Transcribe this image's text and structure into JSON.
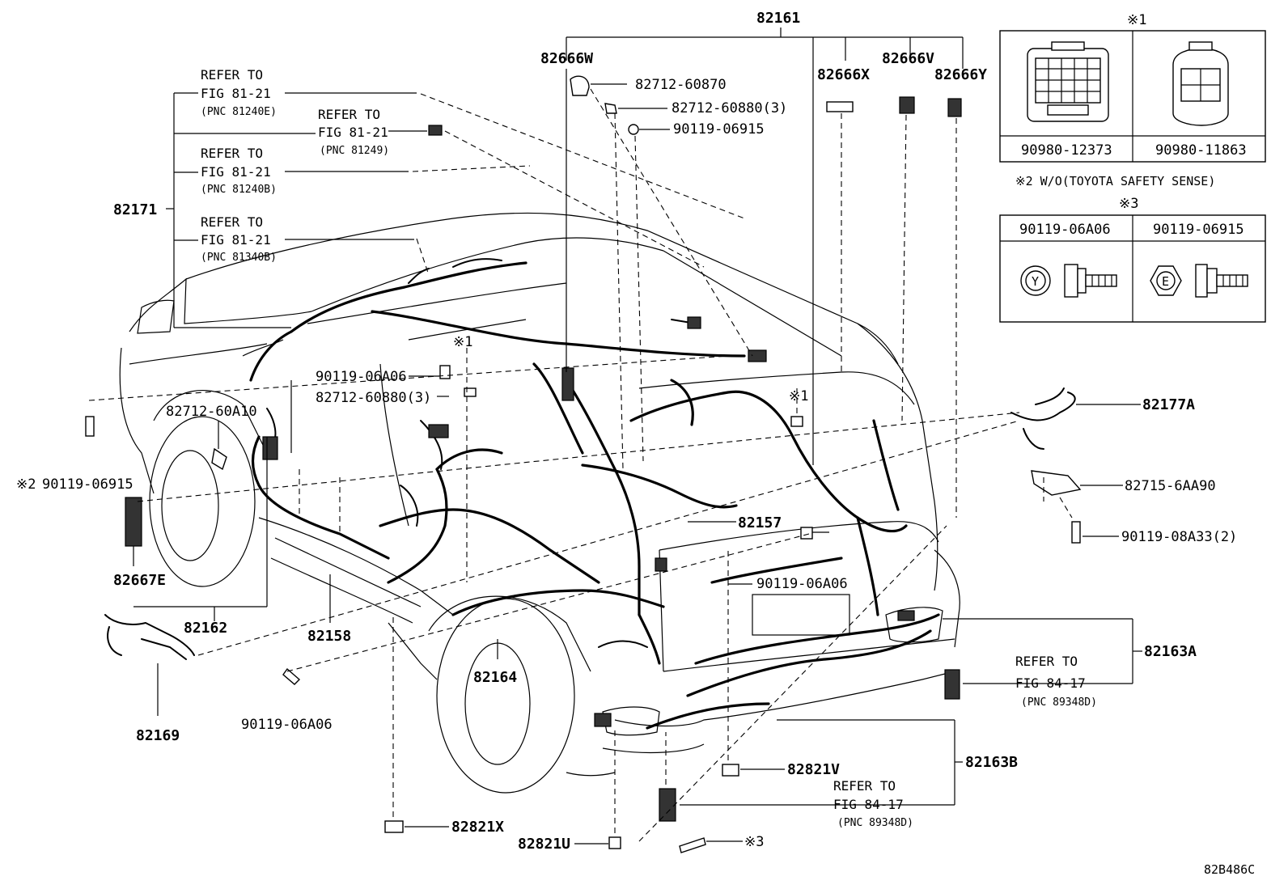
{
  "labels": {
    "p82161": "82161",
    "p82666W": "82666W",
    "p82666X": "82666X",
    "p82666V": "82666V",
    "p82666Y": "82666Y",
    "p82712_60870": "82712-60870",
    "p82712_60880_3a": "82712-60880(3)",
    "p90119_06915a": "90119-06915",
    "p82171": "82171",
    "p90119_06A06a": "90119-06A06",
    "p82712_60880_3b": "82712-60880(3)",
    "p82712_60A10": "82712-60A10",
    "p90119_06915b": "90119-06915",
    "mark2_prefix": "※2",
    "p82667E": "82667E",
    "p82162": "82162",
    "p82158": "82158",
    "p82169": "82169",
    "p90119_06A06b": "90119-06A06",
    "p82164": "82164",
    "p82157": "82157",
    "p90119_06A06c": "90119-06A06",
    "p82177A": "82177A",
    "p82715_6AA90": "82715-6AA90",
    "p90119_08A33": "90119-08A33(2)",
    "p82163A": "82163A",
    "p82163B": "82163B",
    "p82821V": "82821V",
    "p82821X": "82821X",
    "p82821U": "82821U",
    "mark1_a": "※1",
    "mark1_b": "※1",
    "mark3_bolt": "※3",
    "diagram_code": "82B486C"
  },
  "refs": [
    {
      "line1": "REFER TO",
      "line2": "FIG 81-21",
      "line3": "(PNC 81240E)"
    },
    {
      "line1": "REFER TO",
      "line2": "FIG 81-21",
      "line3": "(PNC 81249)"
    },
    {
      "line1": "REFER TO",
      "line2": "FIG 81-21",
      "line3": "(PNC 81240B)"
    },
    {
      "line1": "REFER TO",
      "line2": "FIG 81-21",
      "line3": "(PNC 81340B)"
    },
    {
      "line1": "REFER TO",
      "line2": "FIG 84-17",
      "line3": "(PNC 89348D)"
    },
    {
      "line1": "REFER TO",
      "line2": "FIG 84-17",
      "line3": "(PNC 89348D)"
    }
  ],
  "tables": {
    "connectors": {
      "mark": "※1",
      "cells": [
        "90980-12373",
        "90980-11863"
      ]
    },
    "note2": "※2 W/O(TOYOTA SAFETY SENSE)",
    "bolts": {
      "mark": "※3",
      "cells": [
        "90119-06A06",
        "90119-06915"
      ],
      "letters": [
        "Y",
        "E"
      ]
    }
  }
}
